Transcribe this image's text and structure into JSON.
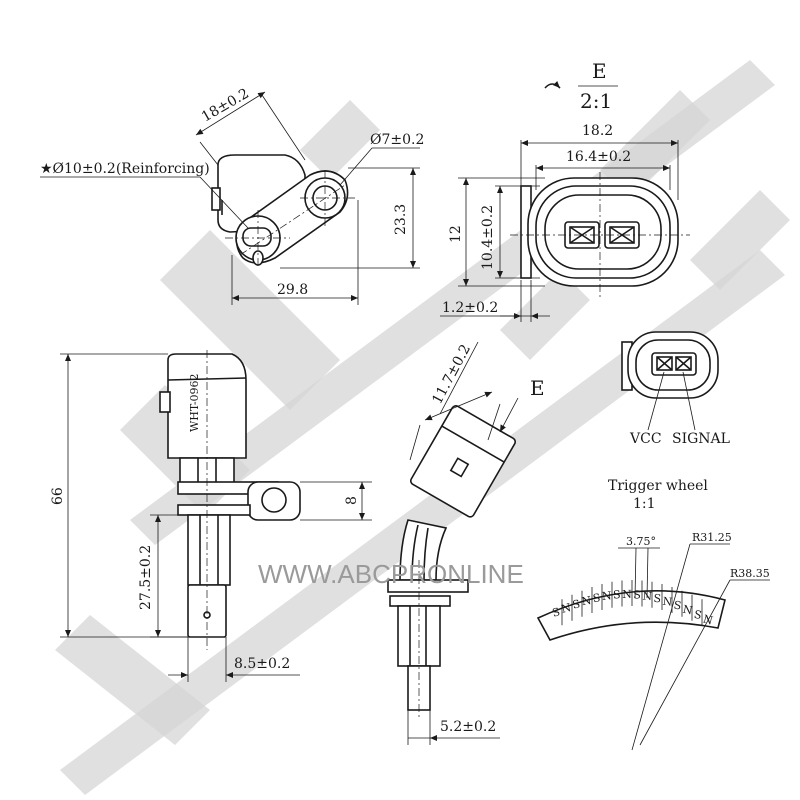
{
  "watermark": {
    "url_text": "WWW.ABCPRONLINE",
    "brand_color": "#d5d5d5"
  },
  "top_view": {
    "dim_width_18": "18±0.2",
    "dim_hole_7": "Ø7±0.2",
    "dim_reinforce": "★Ø10±0.2(Reinforcing)",
    "dim_height_23": "23.3",
    "dim_length_29": "29.8"
  },
  "connector_view": {
    "view_letter": "E",
    "scale": "2:1",
    "dim_outer_width": "18.2",
    "dim_inner_width": "16.4±0.2",
    "dim_outer_height": "12",
    "dim_inner_height": "10.4±0.2",
    "dim_wall": "1.2±0.2"
  },
  "pinout": {
    "pin1": "VCC",
    "pin2": "SIGNAL"
  },
  "side_view": {
    "dim_total_66": "66",
    "dim_flange_8": "8",
    "dim_tip_27": "27.5±0.2",
    "dim_tip_width": "8.5±0.2",
    "part_marking": "WHT-0962"
  },
  "angled_view": {
    "dim_conn": "11.7±0.2",
    "view_arrow_letter": "E",
    "dim_tip_width": "5.2±0.2"
  },
  "trigger_wheel": {
    "title": "Trigger wheel",
    "scale": "1:1",
    "angle": "3.75°",
    "r_inner": "R31.25",
    "r_outer": "R38.35",
    "poles": [
      "S",
      "N",
      "S",
      "N",
      "S",
      "N",
      "S",
      "N",
      "S",
      "N",
      "S",
      "N",
      "S",
      "N",
      "S",
      "N"
    ]
  }
}
